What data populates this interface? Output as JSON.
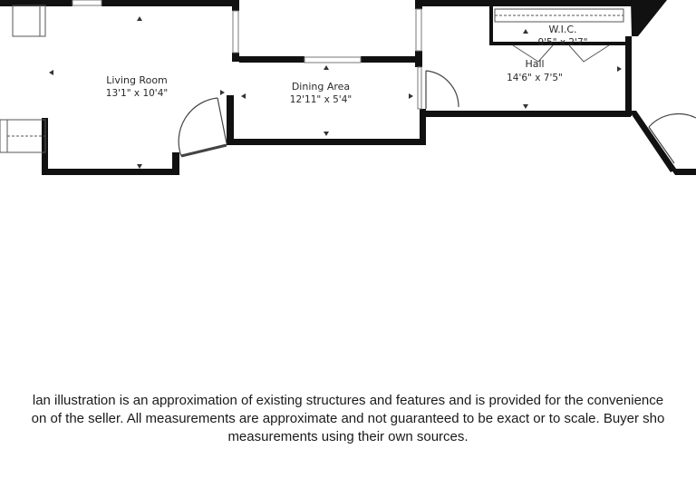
{
  "rooms": {
    "living_room": {
      "name": "Living Room",
      "dims": "13'1\" x 10'4\""
    },
    "dining_area": {
      "name": "Dining Area",
      "dims": "12'11\" x 5'4\""
    },
    "wic": {
      "name": "W.I.C.",
      "dims": "9'5\" x 2'7\""
    },
    "hall": {
      "name": "Hall",
      "dims": "14'6\" x 7'5\""
    }
  },
  "disclaimer": {
    "line1": "lan illustration is an approximation of existing structures and features and is provided for the convenience",
    "line2": "on of the seller. All measurements are approximate and not guaranteed to be exact or to scale. Buyer sho",
    "line3": "measurements using their own sources."
  },
  "colors": {
    "wall": "#111111",
    "door": "#444444",
    "window": "#8a8a8a"
  }
}
